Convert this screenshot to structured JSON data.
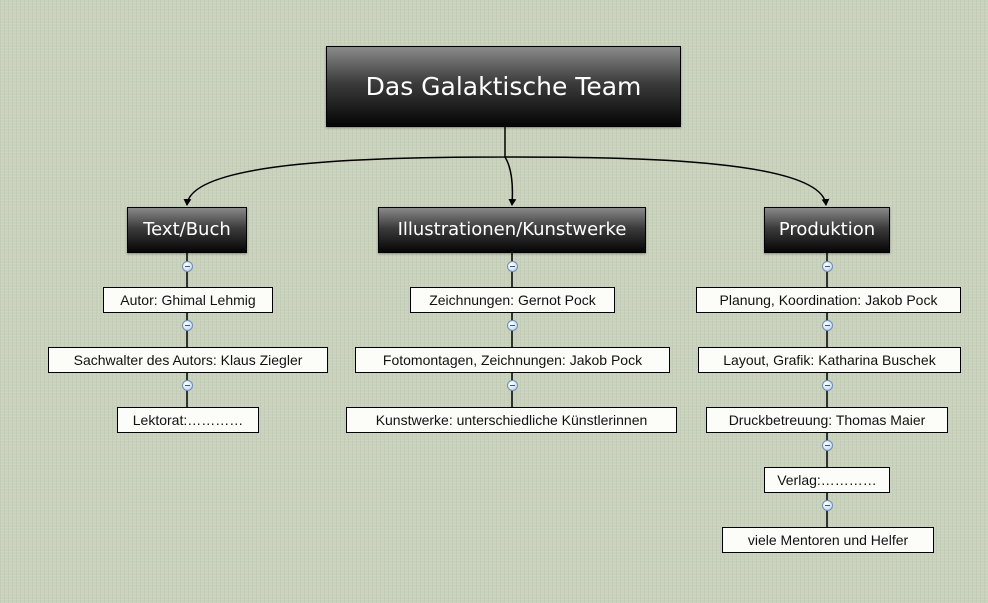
{
  "root": {
    "title": "Das Galaktische Team"
  },
  "branches": [
    {
      "title": "Text/Buch",
      "items": [
        "Autor: Ghimal Lehmig",
        "Sachwalter des Autors: Klaus Ziegler",
        "Lektorat:…………"
      ]
    },
    {
      "title": "Illustrationen/Kunstwerke",
      "items": [
        "Zeichnungen: Gernot Pock",
        "Fotomontagen, Zeichnungen: Jakob Pock",
        "Kunstwerke: unterschiedliche Künstlerinnen"
      ]
    },
    {
      "title": "Produktion",
      "items": [
        "Planung, Koordination: Jakob Pock",
        "Layout, Grafik: Katharina Buschek",
        "Druckbetreuung: Thomas Maier",
        "Verlag:…………",
        "viele Mentoren und Helfer"
      ]
    }
  ],
  "icons": {
    "node_toggle": "collapse-minus-icon"
  },
  "colors": {
    "background": "#c9d2bc",
    "node_dark": "#1a1a1a",
    "toggle": "#a9c2e3"
  }
}
